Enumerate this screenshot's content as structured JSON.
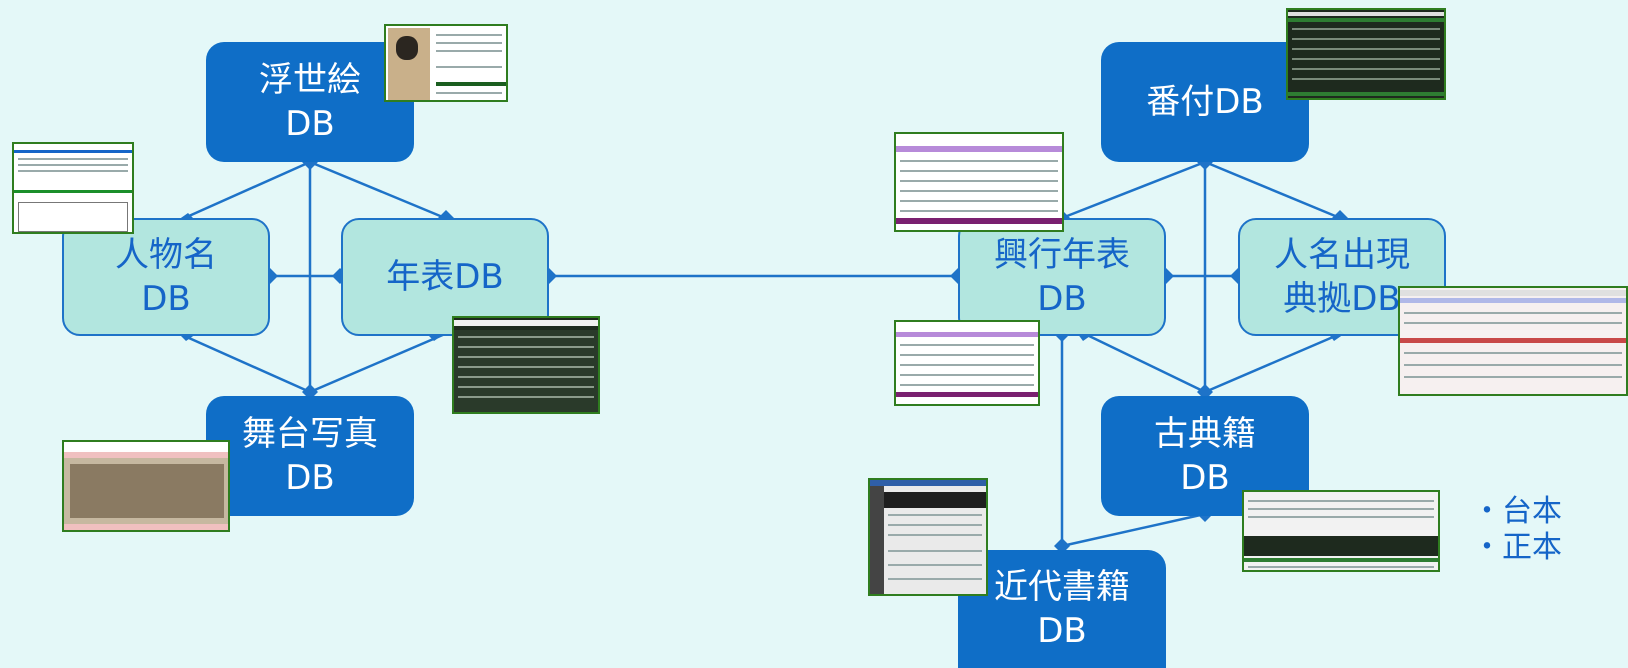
{
  "nodes": {
    "ukiyoe": {
      "line1": "浮世絵",
      "line2": "DB"
    },
    "jinbutsu": {
      "line1": "人物名",
      "line2": "DB"
    },
    "nenpyo": {
      "line1": "年表DB",
      "line2": ""
    },
    "butai": {
      "line1": "舞台写真",
      "line2": "DB"
    },
    "banzuke": {
      "line1": "番付DB",
      "line2": ""
    },
    "kogyo": {
      "line1": "興行年表",
      "line2": "DB"
    },
    "jinmei": {
      "line1": "人名出現",
      "line2": "典拠DB"
    },
    "koten": {
      "line1": "古典籍",
      "line2": "DB"
    },
    "kindai": {
      "line1": "近代書籍",
      "line2": "DB"
    }
  },
  "notes": [
    "・台本",
    "・正本"
  ],
  "colors": {
    "background": "#e4f8f8",
    "dark_node": "#0f6ec7",
    "light_node": "#b2e6df",
    "edge": "#1e73c8",
    "thumb_border": "#2f7d1f"
  }
}
